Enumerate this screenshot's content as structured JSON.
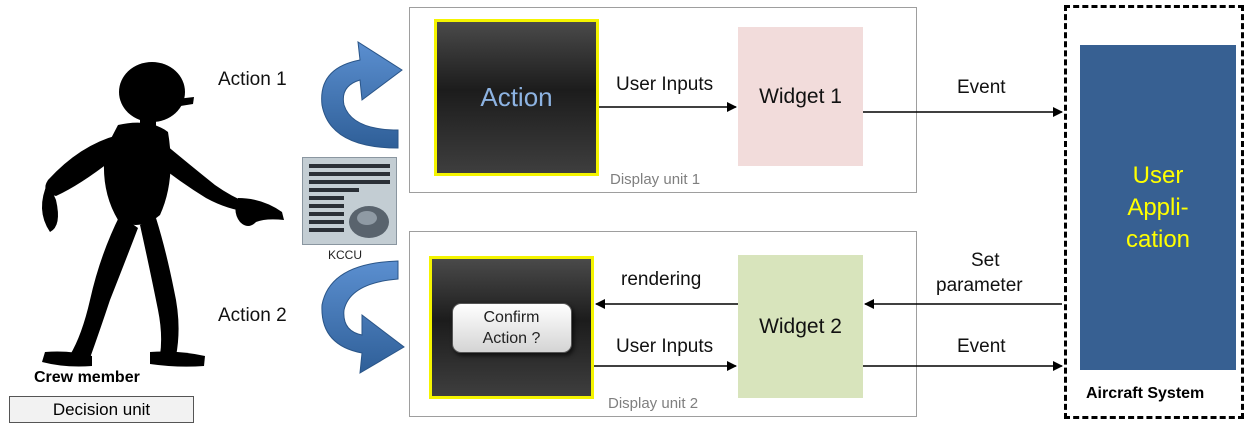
{
  "crew": {
    "name": "Crew member",
    "unit": "Decision unit"
  },
  "actions": {
    "action1": "Action 1",
    "action2": "Action 2"
  },
  "kccu": {
    "label": "KCCU"
  },
  "display1": {
    "caption": "Display unit 1",
    "action_box": "Action",
    "user_inputs": "User Inputs",
    "widget": "Widget 1"
  },
  "display2": {
    "caption": "Display unit 2",
    "confirm_line1": "Confirm",
    "confirm_line2": "Action ?",
    "rendering": "rendering",
    "user_inputs": "User Inputs",
    "widget": "Widget 2"
  },
  "links": {
    "event1": "Event",
    "set_line1": "Set",
    "set_line2": "parameter",
    "event2": "Event"
  },
  "aircraft": {
    "app_line1": "User",
    "app_line2": "Appli-",
    "app_line3": "cation",
    "system": "Aircraft System"
  },
  "colors": {
    "display_border": "#9e9e9e",
    "highlight_border": "#f4f400",
    "widget1_fill": "#f2dcdb",
    "widget2_fill": "#d8e4bc",
    "app_fill": "#376092",
    "app_text": "#ffff00",
    "curved_arrow": "#3b6ea8",
    "action_text": "#8db3e2"
  }
}
